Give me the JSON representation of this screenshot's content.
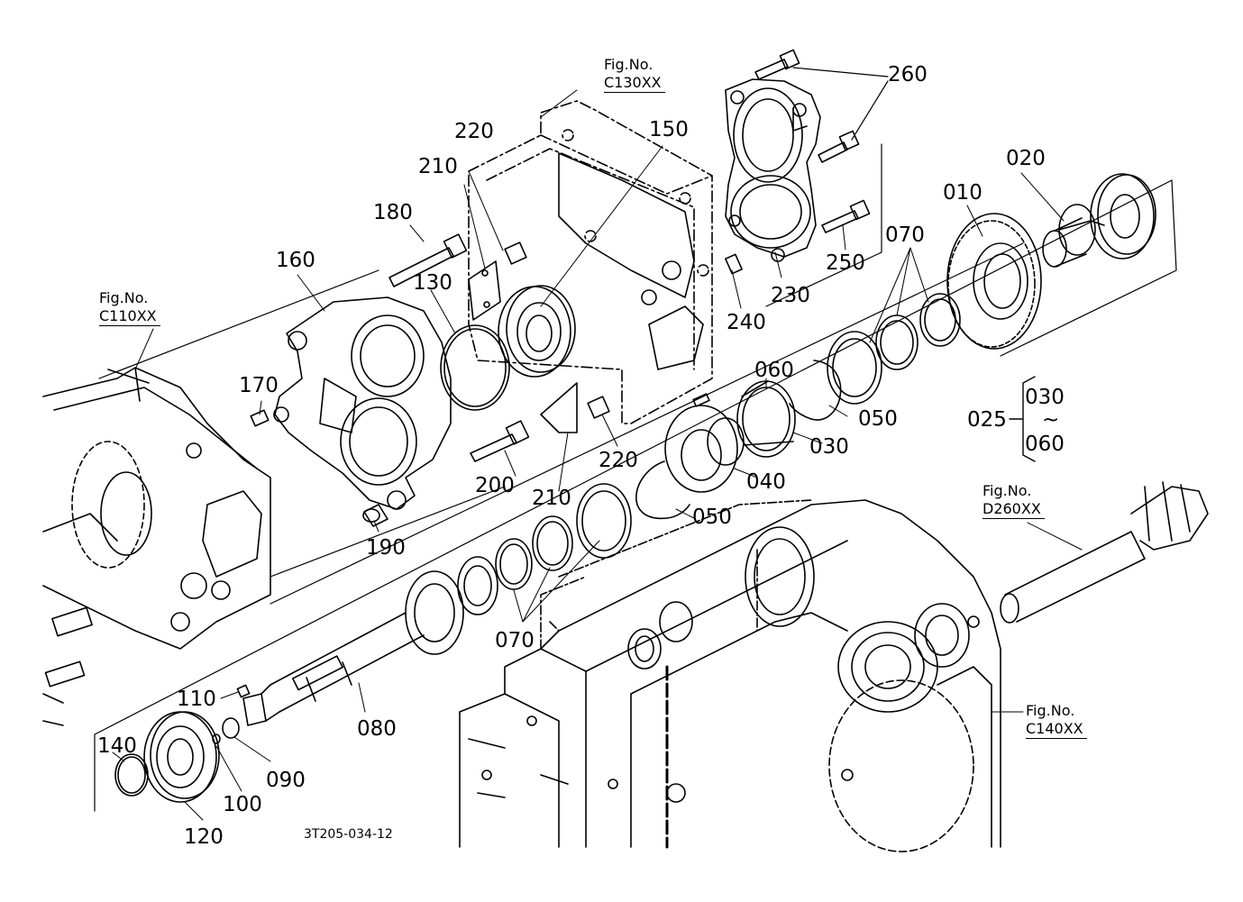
{
  "diagram": {
    "callouts": [
      "260",
      "220",
      "150",
      "210",
      "180",
      "160",
      "130",
      "170",
      "010",
      "020",
      "250",
      "240",
      "230",
      "070",
      "060",
      "050",
      "030",
      "040",
      "220",
      "200",
      "210",
      "050",
      "190",
      "070",
      "080",
      "110",
      "090",
      "100",
      "140",
      "120"
    ],
    "range_note": {
      "main": "025",
      "upper": "030",
      "tilde": "~",
      "lower": "060"
    },
    "figure_refs": [
      {
        "label": "Fig.No.",
        "code": "C130XX"
      },
      {
        "label": "Fig.No.",
        "code": "C110XX"
      },
      {
        "label": "Fig.No.",
        "code": "D260XX"
      },
      {
        "label": "Fig.No.",
        "code": "C140XX"
      }
    ],
    "drawing_code": "3T205-034-12"
  }
}
